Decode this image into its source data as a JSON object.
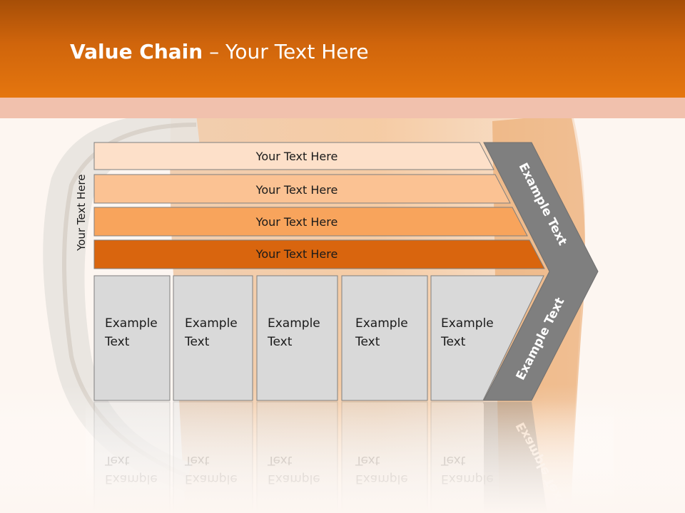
{
  "slide": {
    "title_bold": "Value Chain",
    "title_rest": " – Your Text Here",
    "vertical_label": "Your Text Here"
  },
  "support_rows": [
    {
      "label": "Your Text Here",
      "color": "#fde0c9"
    },
    {
      "label": "Your Text Here",
      "color": "#fbc293"
    },
    {
      "label": "Your Text Here",
      "color": "#f8a45c"
    },
    {
      "label": "Your Text Here",
      "color": "#d9650e"
    }
  ],
  "primary_boxes": [
    {
      "line1": "Example",
      "line2": "Text"
    },
    {
      "line1": "Example",
      "line2": "Text"
    },
    {
      "line1": "Example",
      "line2": "Text"
    },
    {
      "line1": "Example",
      "line2": "Text"
    },
    {
      "line1": "Example",
      "line2": "Text"
    }
  ],
  "arrow": {
    "upper_label": "Example Text",
    "lower_label": "Example Text",
    "color": "#7f7f7f"
  },
  "colors": {
    "header": "#e5760e",
    "box_fill": "#d9d9d9",
    "box_stroke": "#7f7f7f"
  }
}
